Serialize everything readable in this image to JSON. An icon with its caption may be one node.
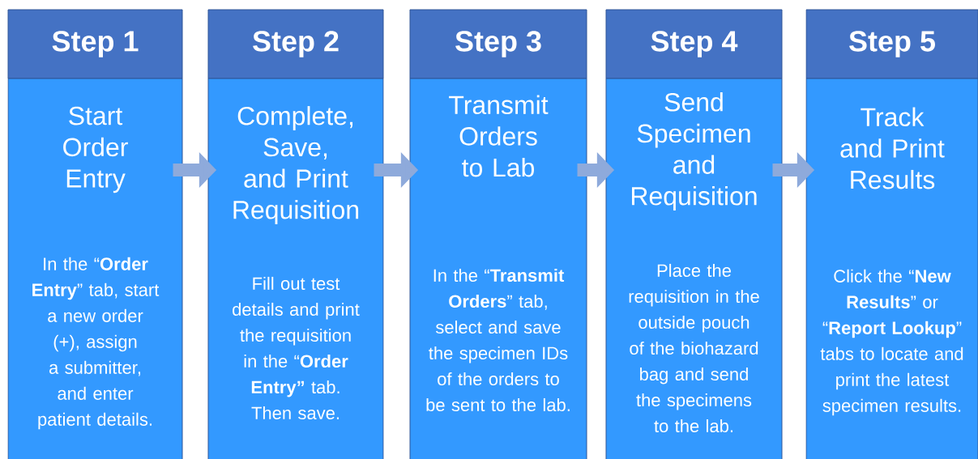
{
  "diagram": {
    "nodes": [
      {
        "text": [
          "Step 1"
        ]
      },
      {
        "text": [
          "Start Order Entry",
          "In the “**Order Entry**” tab, start a new order (+), assign a submitter, and enter patient details."
        ]
      },
      {
        "text": [
          "Step 2"
        ]
      },
      {
        "text": [
          "Complete, Save, and Print Requisition",
          "Fill out test details and print the requisition in the “**Order Entry”** tab. Then save."
        ]
      },
      {
        "text": [
          "Step 3"
        ]
      },
      {
        "text": [
          "Transmit Orders to Lab",
          "In the “**Transmit Orders**” tab, select and save the specimen IDs of the orders to be sent to the lab."
        ]
      },
      {
        "text": [
          "Step 4"
        ]
      },
      {
        "text": [
          "Send Specimen and Requisition",
          "Place the requisition in the outside pouch of the biohazard bag and send the specimens to the lab."
        ]
      },
      {
        "text": [
          "Step 5"
        ]
      },
      {
        "text": [
          "Track and Print Results",
          "Click the “**New Results**” or “**Report Lookup**” tabs to locate and print the latest specimen results."
        ]
      }
    ],
    "edges": [
      {
        "from": 1,
        "to": 3,
        "arrow": "to"
      },
      {
        "from": 3,
        "to": 5,
        "arrow": "to"
      },
      {
        "from": 5,
        "to": 7,
        "arrow": "to"
      },
      {
        "from": 7,
        "to": 9,
        "arrow": "to"
      }
    ]
  }
}
